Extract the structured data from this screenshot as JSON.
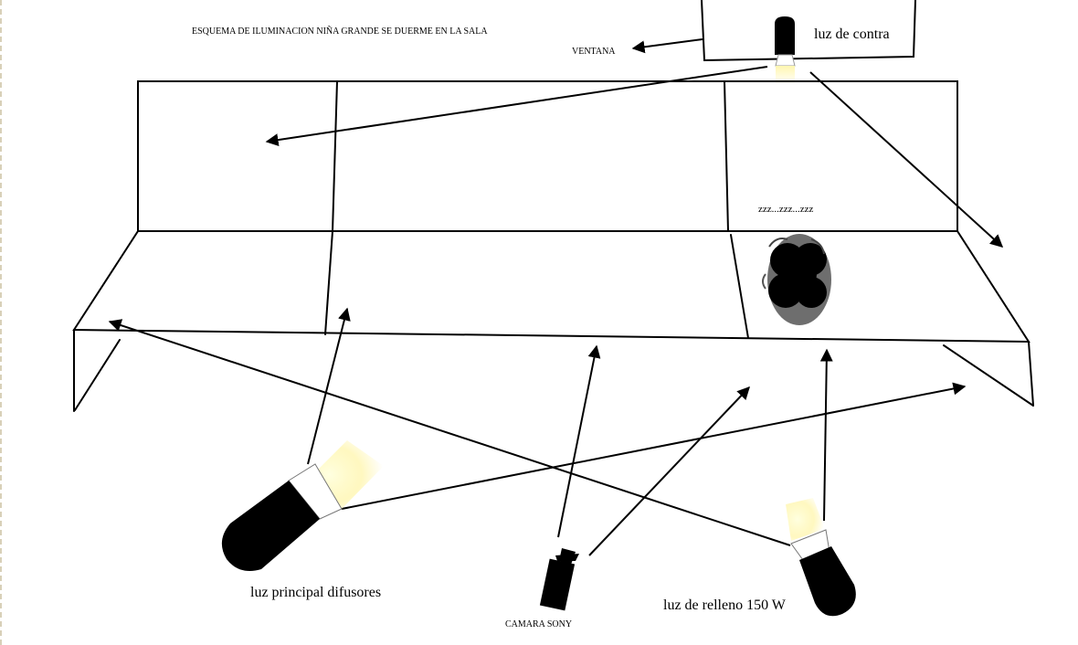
{
  "diagram": {
    "title": "ESQUEMA DE ILUMINACION NIÑA GRANDE SE DUERME EN LA SALA",
    "labels": {
      "window": "VENTANA",
      "back_light": "luz de contra",
      "sleep_text": "zzz...zzz...zzz",
      "key_light": "luz principal difusores",
      "camera": "CAMARA SONY",
      "fill_light": "luz de relleno 150 W"
    },
    "icons": {
      "key_light": "spotlight-icon",
      "fill_light": "spotlight-icon",
      "back_light": "spotlight-icon",
      "camera": "video-camera-icon",
      "person": "sleeping-girl-head-icon"
    },
    "colors": {
      "line": "#000000",
      "light_beam": "#fff6b0",
      "fixture": "#000000",
      "hair": "#6e6e6e"
    }
  }
}
